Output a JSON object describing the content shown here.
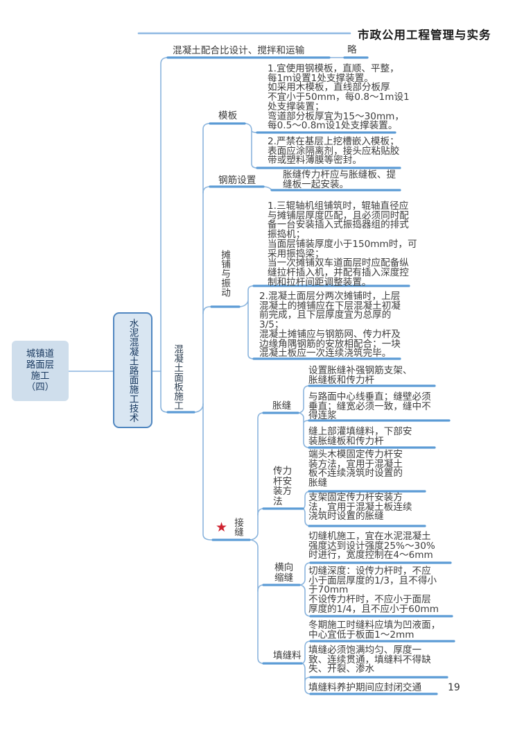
{
  "header": {
    "title": "市政公用工程管理与实务"
  },
  "page_number": "19",
  "colors": {
    "line_blue": "#5b9bd5",
    "connector_blue": "#8ab4dd",
    "star_red": "#cf2330",
    "node_fill": "#cfdeec",
    "node_text": "#17375e"
  },
  "root": {
    "label": "城镇道\n路面层\n施工\n（四）"
  },
  "main_topic": {
    "label": "水泥混凝土路面施工技术"
  },
  "branch_mix": {
    "label": "混凝土配合比设计、搅拌和运输",
    "note": "略"
  },
  "branch_panel": {
    "label": "混凝土面板施工",
    "formwork": {
      "label": "模板",
      "item1": "1.宜使用钢模板，直顺、平整，\n每1m设置1处支撑装置。\n如采用木模板，直线部分板厚\n不宜小于50mm，每0.8～1m设1\n处支撑装置；\n弯道部分板厚宜为15～30mm，\n每0.5～0.8m设1处支撑装置。",
      "item2": "2.严禁在基层上挖槽嵌入模板；\n表面应涂隔离剂，接头应粘贴胶\n带或塑料薄膜等密封。"
    },
    "rebar": {
      "label": "钢筋设置",
      "item1": "胀缝传力杆应与胀缝板、提\n缝板一起安装。"
    },
    "paving": {
      "label": "摊铺与振动",
      "item1": "1.三辊轴机组铺筑时，辊轴直径应\n与摊铺层厚度匹配，且必须同时配\n备一台安装插入式振捣器组的排式\n振捣机；\n当面层铺装厚度小于150mm时，可\n采用振捣梁；\n当一次摊铺双车道面层时应配备纵\n缝拉杆插入机，并配有插入深度控\n制和拉杆间距调整装置。",
      "item2": "2.混凝土面层分两次摊铺时，上层\n混凝土的摊铺应在下层混凝土初凝\n前完成，且下层厚度宜为总厚的\n3/5；\n混凝土摊铺应与钢筋网、传力杆及\n边缘角隅钢筋的安放相配合；一块\n混凝土板应一次连续浇筑完毕。"
    },
    "joints": {
      "label": "接缝",
      "star": "★",
      "expansion": {
        "label": "胀缝",
        "item1": "设置胀缝补强钢筋支架、\n胀缝板和传力杆",
        "item2": "与路面中心线垂直；缝壁必须\n垂直；缝宽必须一致，缝中不\n得连浆",
        "item3": "缝上部灌填缝料，下部安\n装胀缝板和传力杆"
      },
      "dowel": {
        "label": "传力\n杆安\n装方\n法",
        "item1": "端头木模固定传力杆安\n装方法，宜用于混凝土\n板不连续浇筑时设置的\n胀缝",
        "item2": "支架固定传力杆安装方\n法，宜用于混凝土板连续\n浇筑时设置的胀缝"
      },
      "contraction": {
        "label": "横向\n缩缝",
        "item1": "切缝机施工，宜在水泥混凝土\n强度达到设计强度25%～30%\n时进行，宽度控制在4～6mm",
        "item2": "切缝深度：设传力杆时，不应\n小于面层厚度的1/3，且不得小\n于70mm\n不设传力杆时，不应小于面层\n厚度的1/4，且不应小于60mm"
      },
      "sealant": {
        "label": "填缝料",
        "item1": "冬期施工时缝料应填为凹液面，\n中心宜低于板面1～2mm",
        "item2": "填缝必须饱满均匀、厚度一\n致、连续贯通，填缝料不得缺\n失、开裂、渗水",
        "item3": "填缝料养护期间应封闭交通"
      }
    }
  }
}
